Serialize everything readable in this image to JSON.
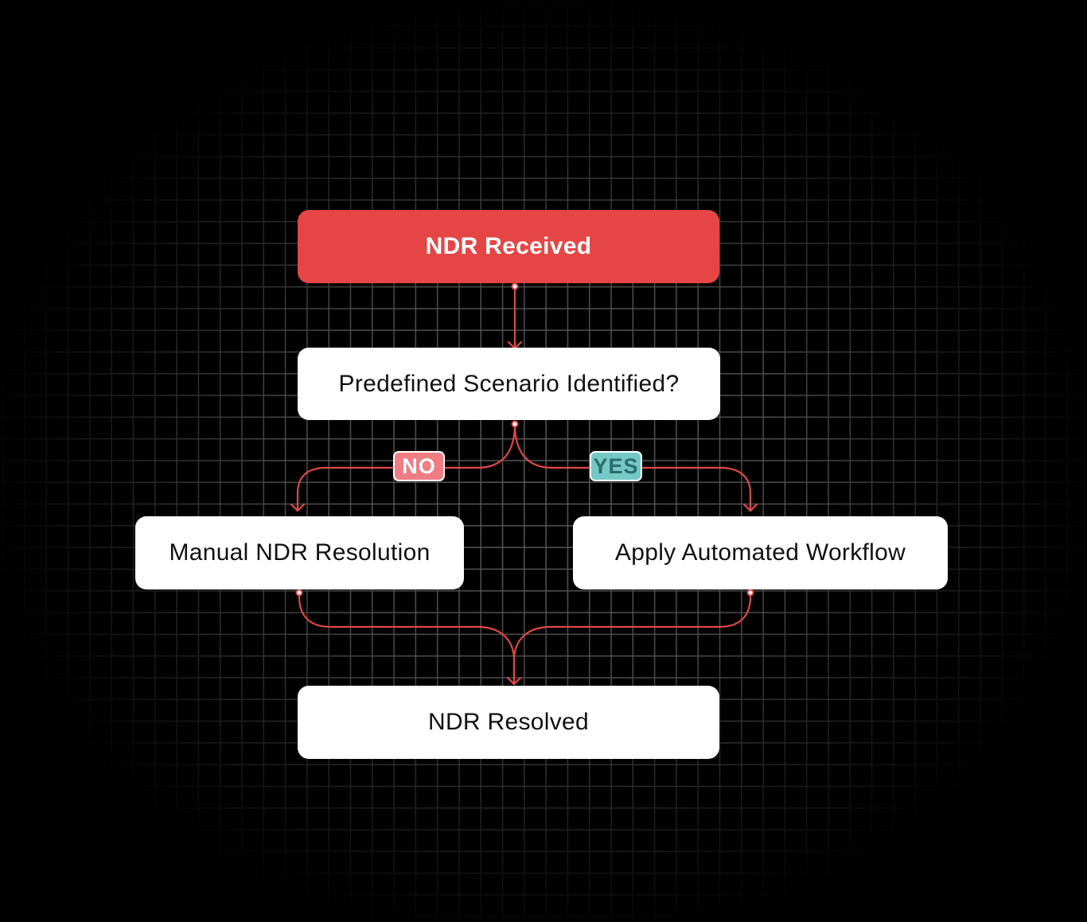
{
  "colors": {
    "background": "#000000",
    "grid": "#5a5a5a",
    "accent_red": "#e64546",
    "connector": "#e04848",
    "node_fill": "#ffffff",
    "no_badge": "#ef7d84",
    "yes_badge": "#74c8c6"
  },
  "nodes": {
    "start": {
      "label": "NDR Received"
    },
    "decision": {
      "label": "Predefined Scenario Identified?"
    },
    "manual": {
      "label": "Manual NDR Resolution"
    },
    "automated": {
      "label": "Apply Automated Workflow"
    },
    "end": {
      "label": "NDR Resolved"
    }
  },
  "branches": {
    "no": {
      "label": "NO"
    },
    "yes": {
      "label": "YES"
    }
  }
}
